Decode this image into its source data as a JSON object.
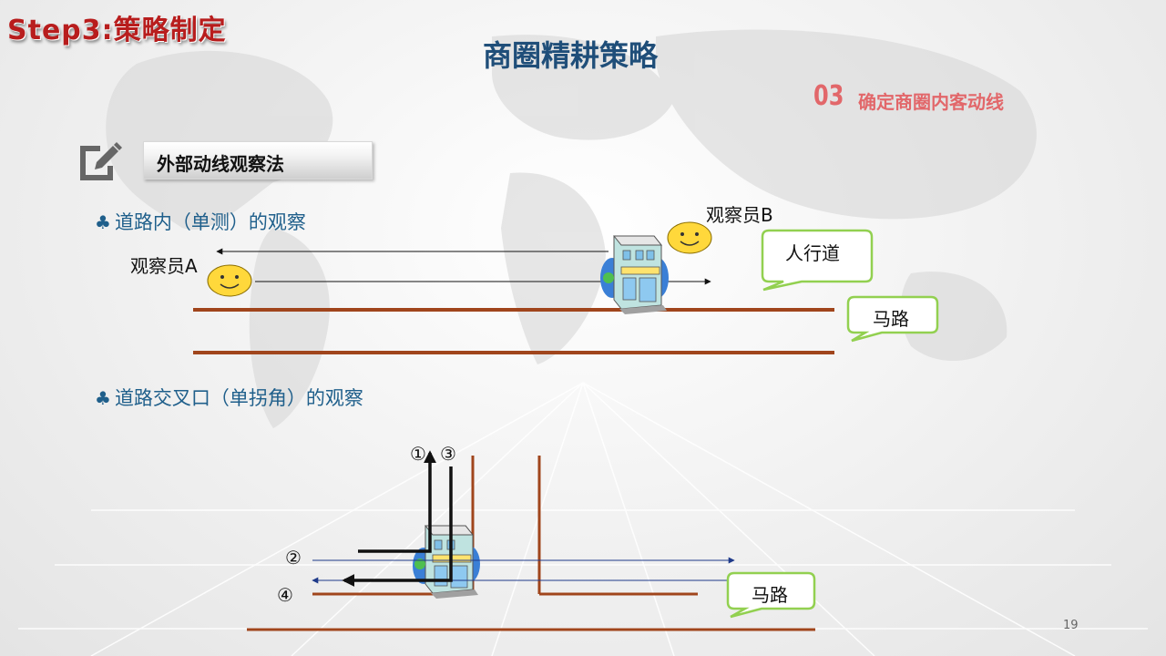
{
  "slide": {
    "step_title": "Step3:策略制定",
    "title": "商圈精耕策略",
    "section": {
      "number": "03",
      "label": "确定商圈内客动线"
    },
    "method_label": "外部动线观察法",
    "page_number": "19"
  },
  "scene_one": {
    "heading": "道路内（单测）的观察",
    "observer_a": "观察员A",
    "observer_b": "观察员B",
    "sidewalk_label": "人行道",
    "road_label": "马路"
  },
  "scene_two": {
    "heading": "道路交叉口（单拐角）的观察",
    "markers": [
      "①",
      "②",
      "③",
      "④"
    ],
    "road_label": "马路"
  },
  "colors": {
    "title_blue": "#1f4e79",
    "section_red": "#e2676a",
    "step_red": "#b81d1d",
    "road_brown": "#a0451c",
    "callout_green": "#92d050",
    "face_yellow": "#ffd83b",
    "arrow_navy": "#1f3a8a"
  },
  "icons": [
    "club-bullet-icon",
    "edit-note-icon",
    "shop-building-icon",
    "smiley-face-icon"
  ]
}
